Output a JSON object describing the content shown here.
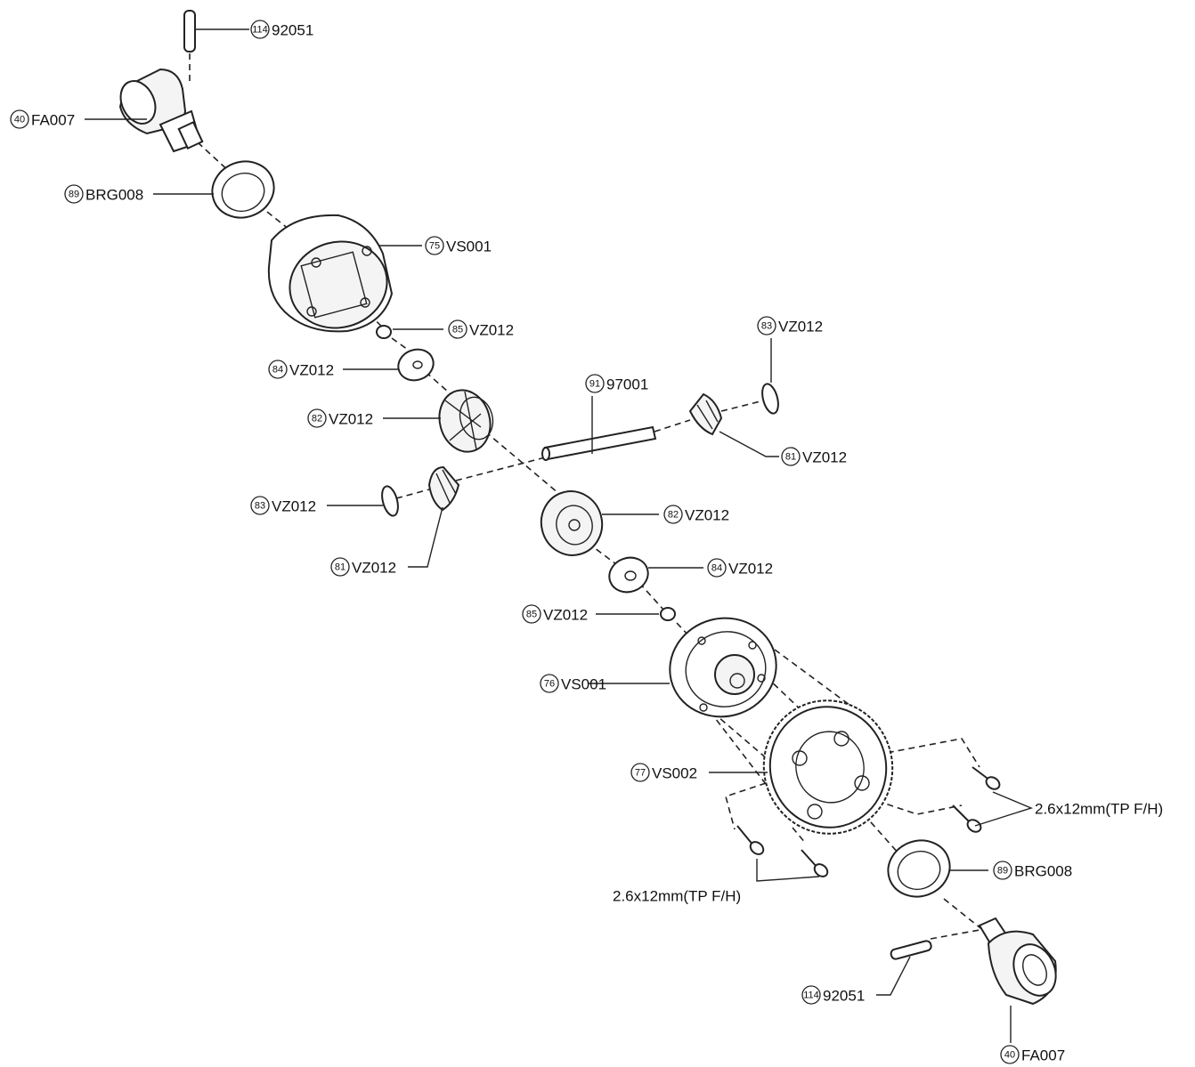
{
  "callouts": [
    {
      "num": "114",
      "code": "92051"
    },
    {
      "num": "40",
      "code": "FA007"
    },
    {
      "num": "89",
      "code": "BRG008"
    },
    {
      "num": "75",
      "code": "VS001"
    },
    {
      "num": "85",
      "code": "VZ012"
    },
    {
      "num": "84",
      "code": "VZ012"
    },
    {
      "num": "83",
      "code": "VZ012"
    },
    {
      "num": "91",
      "code": "97001"
    },
    {
      "num": "82",
      "code": "VZ012"
    },
    {
      "num": "81",
      "code": "VZ012"
    },
    {
      "num": "83",
      "code": "VZ012"
    },
    {
      "num": "82",
      "code": "VZ012"
    },
    {
      "num": "81",
      "code": "VZ012"
    },
    {
      "num": "84",
      "code": "VZ012"
    },
    {
      "num": "85",
      "code": "VZ012"
    },
    {
      "num": "76",
      "code": "VS001"
    },
    {
      "num": "77",
      "code": "VS002"
    },
    {
      "num": "89",
      "code": "BRG008"
    },
    {
      "num": "114",
      "code": "92051"
    },
    {
      "num": "40",
      "code": "FA007"
    }
  ],
  "screw_notes": [
    "2.6x12mm(TP F/H)",
    "2.6x12mm(TP F/H)"
  ]
}
